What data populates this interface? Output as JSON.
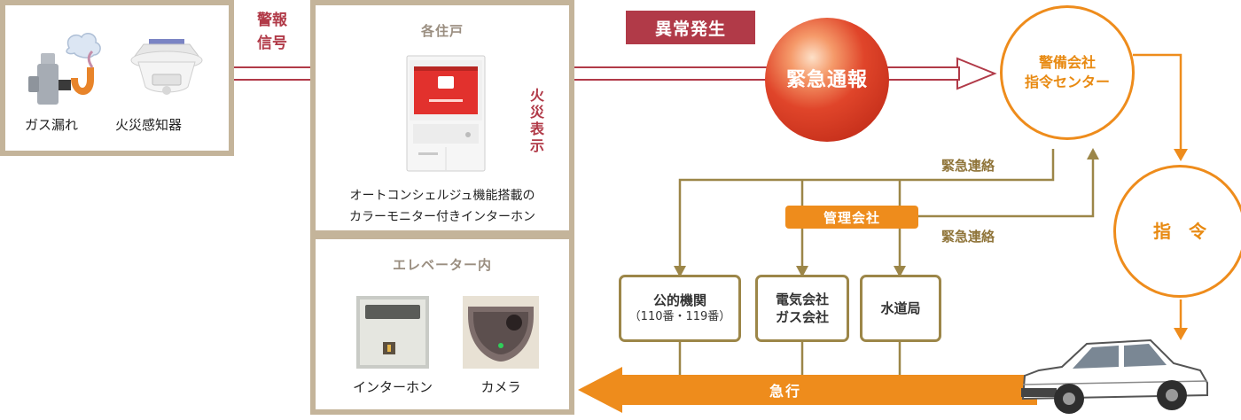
{
  "alarm_devices": {
    "gas_leak": "ガス漏れ",
    "fire_detector": "火災感知器"
  },
  "alarm_signal": {
    "line1": "警報",
    "line2": "信号"
  },
  "residence": {
    "title": "各住戸",
    "fire_display": "火災表示",
    "caption_line1": "オートコンシェルジュ機能搭載の",
    "caption_line2": "カラーモニター付きインターホン"
  },
  "elevator": {
    "title": "エレベーター内",
    "intercom": "インターホン",
    "camera": "カメラ"
  },
  "anomaly": "異常発生",
  "emergency_report": "緊急通報",
  "security_center": {
    "line1": "警備会社",
    "line2": "指令センター"
  },
  "command": "指　令",
  "emergency_contact_1": "緊急連絡",
  "emergency_contact_2": "緊急連絡",
  "management_company": "管理会社",
  "public_agencies": {
    "line1": "公的機関",
    "line2": "（110番・119番）"
  },
  "utilities": {
    "line1": "電気会社",
    "line2": "ガス会社"
  },
  "water_bureau": "水道局",
  "rush": "急行",
  "colors": {
    "tan_frame": "#c4b49a",
    "alarm_red": "#b13a48",
    "brand_orange": "#ee8c1c",
    "line_brown": "#9c8648",
    "report_sphere": "#e0452a"
  },
  "icons": [
    "gas-leak-icon",
    "fire-detector-icon",
    "intercom-monitor-icon",
    "elevator-intercom-icon",
    "elevator-camera-icon",
    "car-icon"
  ]
}
